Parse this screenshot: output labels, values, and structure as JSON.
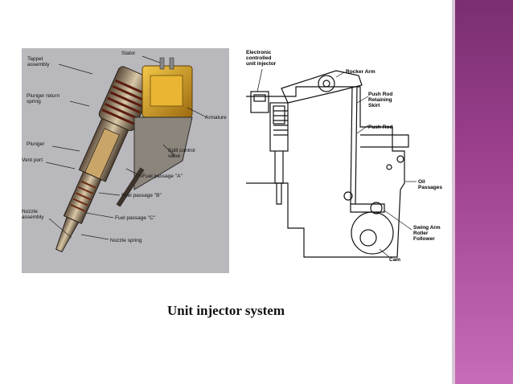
{
  "caption": "Unit injector system",
  "photo": {
    "labels": {
      "stator": "Stator",
      "tappet": "Tappet\nassembly",
      "plunger_return": "Plunger return\nspring",
      "armature": "Armature",
      "plunger": "Plunger",
      "vent_port": "Vent port",
      "spill_valve": "Spill control\nvalve",
      "fuel_a": "Fuel passage \"A\"",
      "fuel_b": "Fuel passage \"B\"",
      "nozzle_assembly": "Nozzle\nassembly",
      "fuel_c": "Fuel passage \"C\"",
      "nozzle_spring": "Nozzle spring"
    }
  },
  "schematic": {
    "labels": {
      "injector": "Electronic\ncontrolled\nunit injector",
      "rocker_arm": "Rocker Arm",
      "push_rod_skirt": "Push Rod\nRetaining\nSkirt",
      "push_rod": "Push Rod",
      "oil_passages": "Oil\nPassages",
      "swing_arm": "Swing Arm\nRoller\nFollower",
      "cam": "Cam"
    }
  },
  "colors": {
    "sidebar": "#9b3f8e",
    "photo_bg": "#b9b8bd",
    "solenoid": "#e0a21c"
  }
}
